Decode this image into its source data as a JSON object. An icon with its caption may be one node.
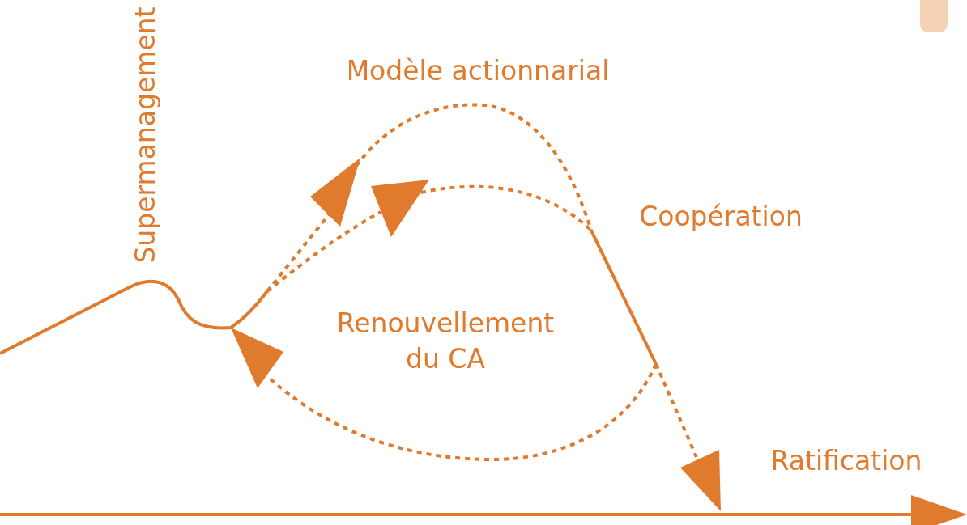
{
  "diagram": {
    "labels": [
      "Supermanagement",
      "Modèle actionnarial",
      "Coopération",
      "Renouvellement du CA",
      "Ratification"
    ]
  }
}
